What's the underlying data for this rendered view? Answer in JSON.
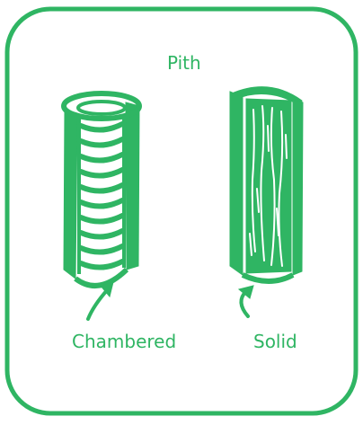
{
  "colors": {
    "accent": "#2fb563",
    "background": "#ffffff"
  },
  "labels": {
    "pith": "Pith",
    "chambered": "Chambered",
    "solid": "Solid"
  }
}
